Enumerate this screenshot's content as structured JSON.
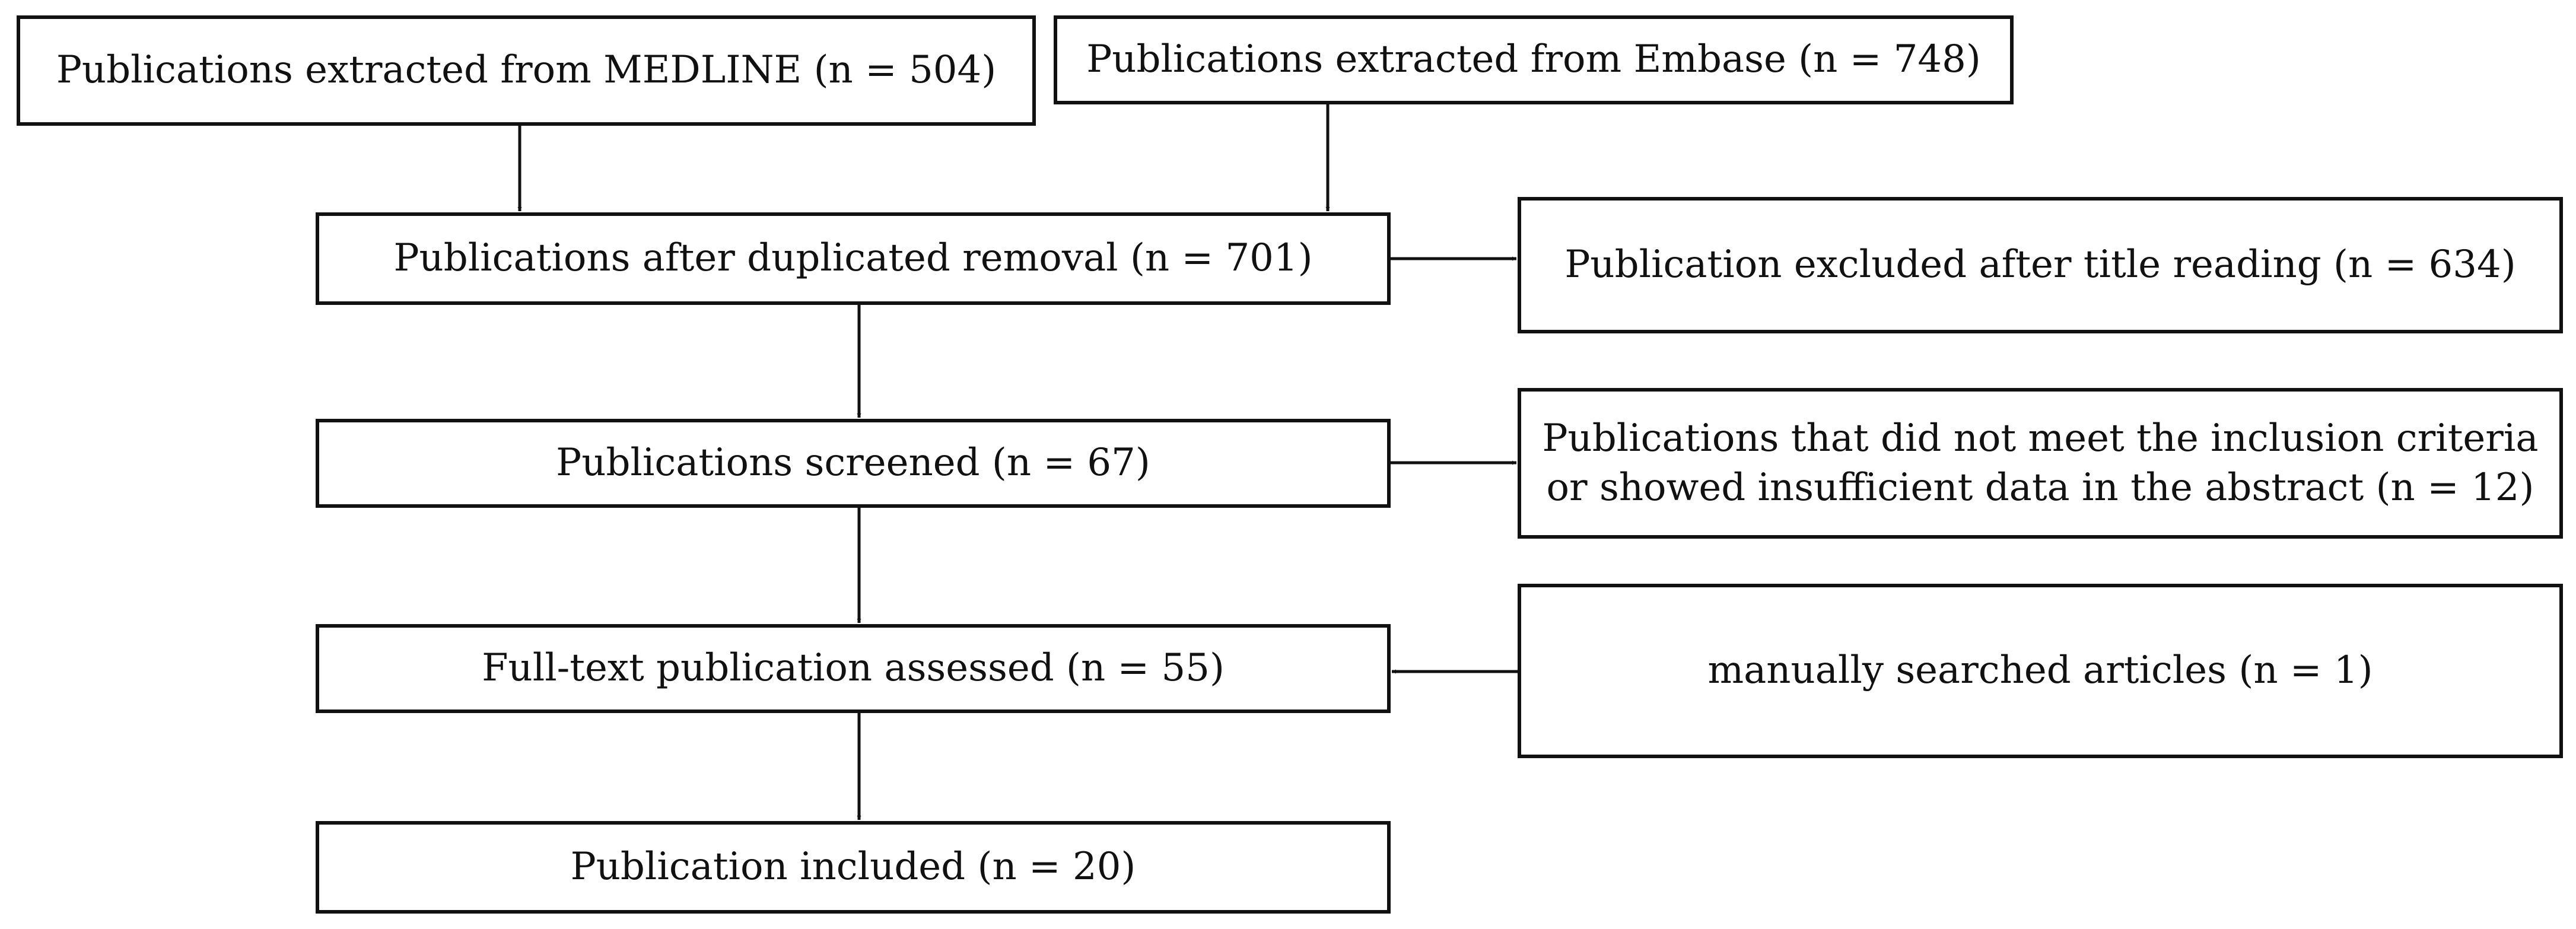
{
  "boxes": {
    "medline": "Publications extracted from MEDLINE (n = 504)",
    "embase": "Publications extracted from Embase (n = 748)",
    "dedup": "Publications after duplicated removal (n = 701)",
    "excluded_title": "Publication excluded after title reading (n = 634)",
    "screened": "Publications screened (n = 67)",
    "excluded_criteria": {
      "line1": "Publications that did not meet the inclusion criteria",
      "line2": "or showed insufficient data in the abstract (n = 12)"
    },
    "fulltext": "Full-text publication assessed (n = 55)",
    "manual": "manually searched articles (n = 1)",
    "included": "Publication included (n = 20)"
  }
}
